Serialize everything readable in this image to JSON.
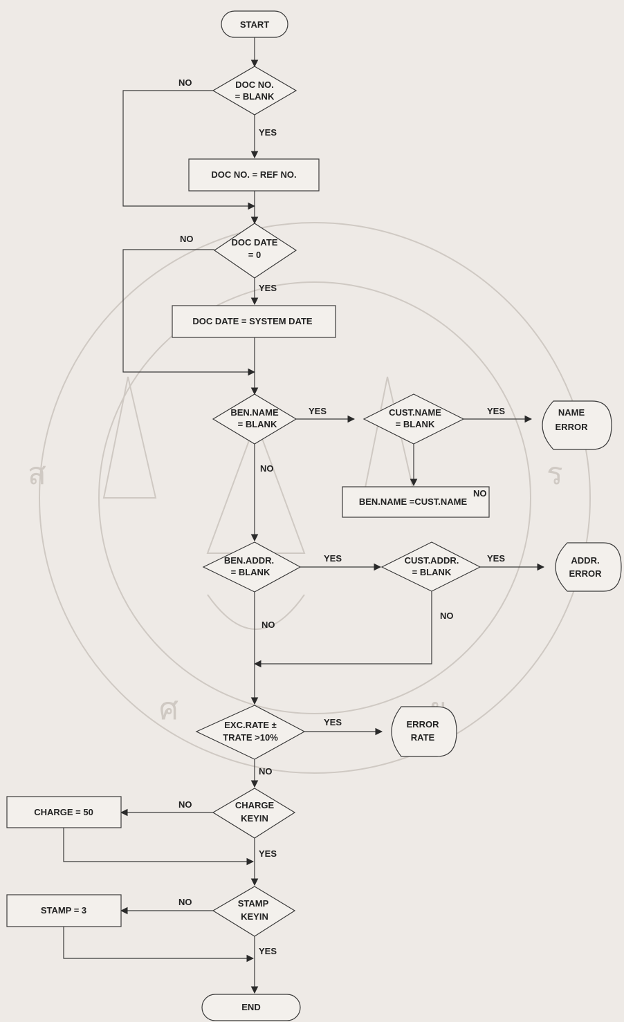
{
  "nodes": {
    "start": [
      "START"
    ],
    "docno_check": [
      "DOC NO.",
      "= BLANK"
    ],
    "docno_set": [
      "DOC NO. = REF NO."
    ],
    "docdate_check": [
      "DOC DATE",
      "= 0"
    ],
    "docdate_set": [
      "DOC DATE = SYSTEM DATE"
    ],
    "benname_check": [
      "BEN.NAME",
      "= BLANK"
    ],
    "custname_check": [
      "CUST.NAME",
      "= BLANK"
    ],
    "name_error": [
      "NAME",
      "ERROR"
    ],
    "benname_set": [
      "BEN.NAME =CUST.NAME"
    ],
    "benaddr_check": [
      "BEN.ADDR.",
      "= BLANK"
    ],
    "custaddr_check": [
      "CUST.ADDR.",
      "= BLANK"
    ],
    "addr_error": [
      "ADDR.",
      "ERROR"
    ],
    "excrate_check": [
      "EXC.RATE ±",
      "TRATE >10%"
    ],
    "error_rate": [
      "ERROR",
      "RATE"
    ],
    "charge_check": [
      "CHARGE",
      "KEYIN"
    ],
    "charge_set": [
      "CHARGE = 50"
    ],
    "stamp_check": [
      "STAMP",
      "KEYIN"
    ],
    "stamp_set": [
      "STAMP = 3"
    ],
    "end": [
      "END"
    ]
  },
  "edge_labels": {
    "docno_no": "NO",
    "docno_yes": "YES",
    "docdate_no": "NO",
    "docdate_yes": "YES",
    "benname_yes": "YES",
    "benname_no": "NO",
    "custname_yes": "YES",
    "custname_no": "NO",
    "benaddr_yes": "YES",
    "benaddr_no": "NO",
    "custaddr_yes": "YES",
    "custaddr_no": "NO",
    "excrate_yes": "YES",
    "excrate_no": "NO",
    "charge_no": "NO",
    "charge_yes": "YES",
    "stamp_no": "NO",
    "stamp_yes": "YES"
  },
  "watermark": {
    "visible": true,
    "color": "#cfc9c3"
  }
}
